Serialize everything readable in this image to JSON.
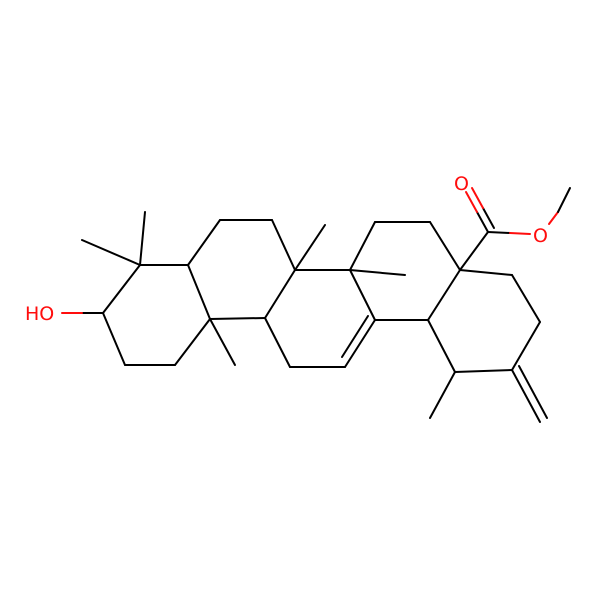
{
  "molecule": {
    "atoms": {
      "hydroxyl_label": "HO",
      "carbonyl_oxygen_label": "O",
      "ester_oxygen_label": "O"
    },
    "colors": {
      "bond": "#000000",
      "heteroatom": "#ff0d0d",
      "background": "#ffffff"
    }
  }
}
